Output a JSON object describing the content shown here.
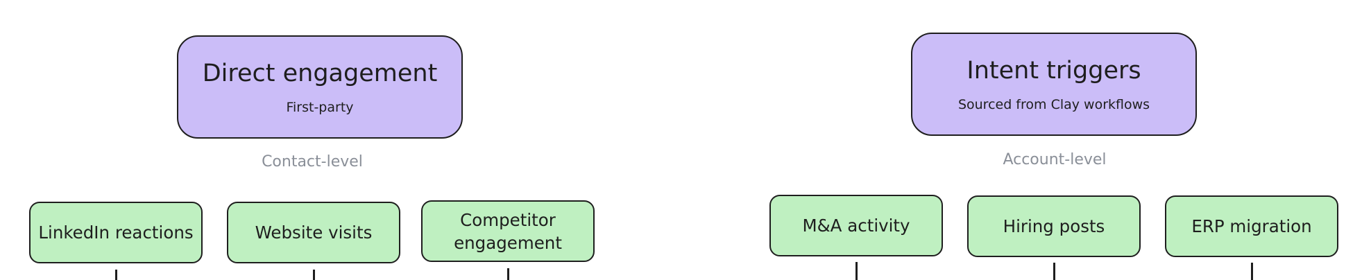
{
  "groups": [
    {
      "title": "Direct engagement",
      "subtitle": "First-party",
      "level": "Contact-level",
      "children": [
        {
          "label": "LinkedIn reactions"
        },
        {
          "label": "Website visits"
        },
        {
          "label": "Competitor engagement"
        }
      ]
    },
    {
      "title": "Intent triggers",
      "subtitle": "Sourced from Clay workflows",
      "level": "Account-level",
      "children": [
        {
          "label": "M&A activity"
        },
        {
          "label": "Hiring posts"
        },
        {
          "label": "ERP migration"
        }
      ]
    }
  ],
  "colors": {
    "parent_fill": "#cbbdf8",
    "child_fill": "#bff0c1",
    "stroke": "#1e1e1e",
    "level_text": "#8a8f98"
  }
}
